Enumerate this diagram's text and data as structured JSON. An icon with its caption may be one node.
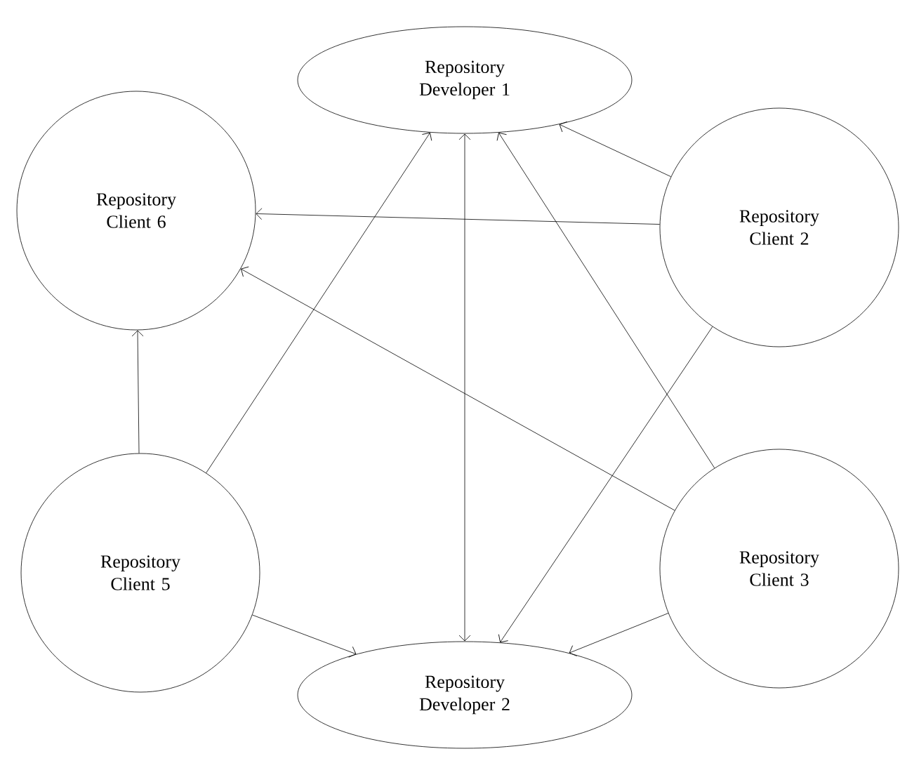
{
  "diagram": {
    "nodes": [
      {
        "text": [
          "Repository Developer 1"
        ]
      },
      {
        "text": [
          "Repository Client 6"
        ]
      },
      {
        "text": [
          "Repository Client 2"
        ]
      },
      {
        "text": [
          "Repository Client 5"
        ]
      },
      {
        "text": [
          "Repository Client 3"
        ]
      },
      {
        "text": [
          "Repository Developer 2"
        ]
      }
    ],
    "edges": [
      {
        "from": 2,
        "to": 0,
        "arrow": "to"
      },
      {
        "from": 2,
        "to": 1,
        "arrow": "to"
      },
      {
        "from": 2,
        "to": 5,
        "arrow": "to"
      },
      {
        "from": 3,
        "to": 1,
        "arrow": "to"
      },
      {
        "from": 3,
        "to": 0,
        "arrow": "to"
      },
      {
        "from": 3,
        "to": 5,
        "arrow": "to"
      },
      {
        "from": 4,
        "to": 0,
        "arrow": "to"
      },
      {
        "from": 4,
        "to": 1,
        "arrow": "to"
      },
      {
        "from": 4,
        "to": 5,
        "arrow": "to"
      },
      {
        "from": 0,
        "to": 5,
        "arrow": "both"
      }
    ]
  }
}
